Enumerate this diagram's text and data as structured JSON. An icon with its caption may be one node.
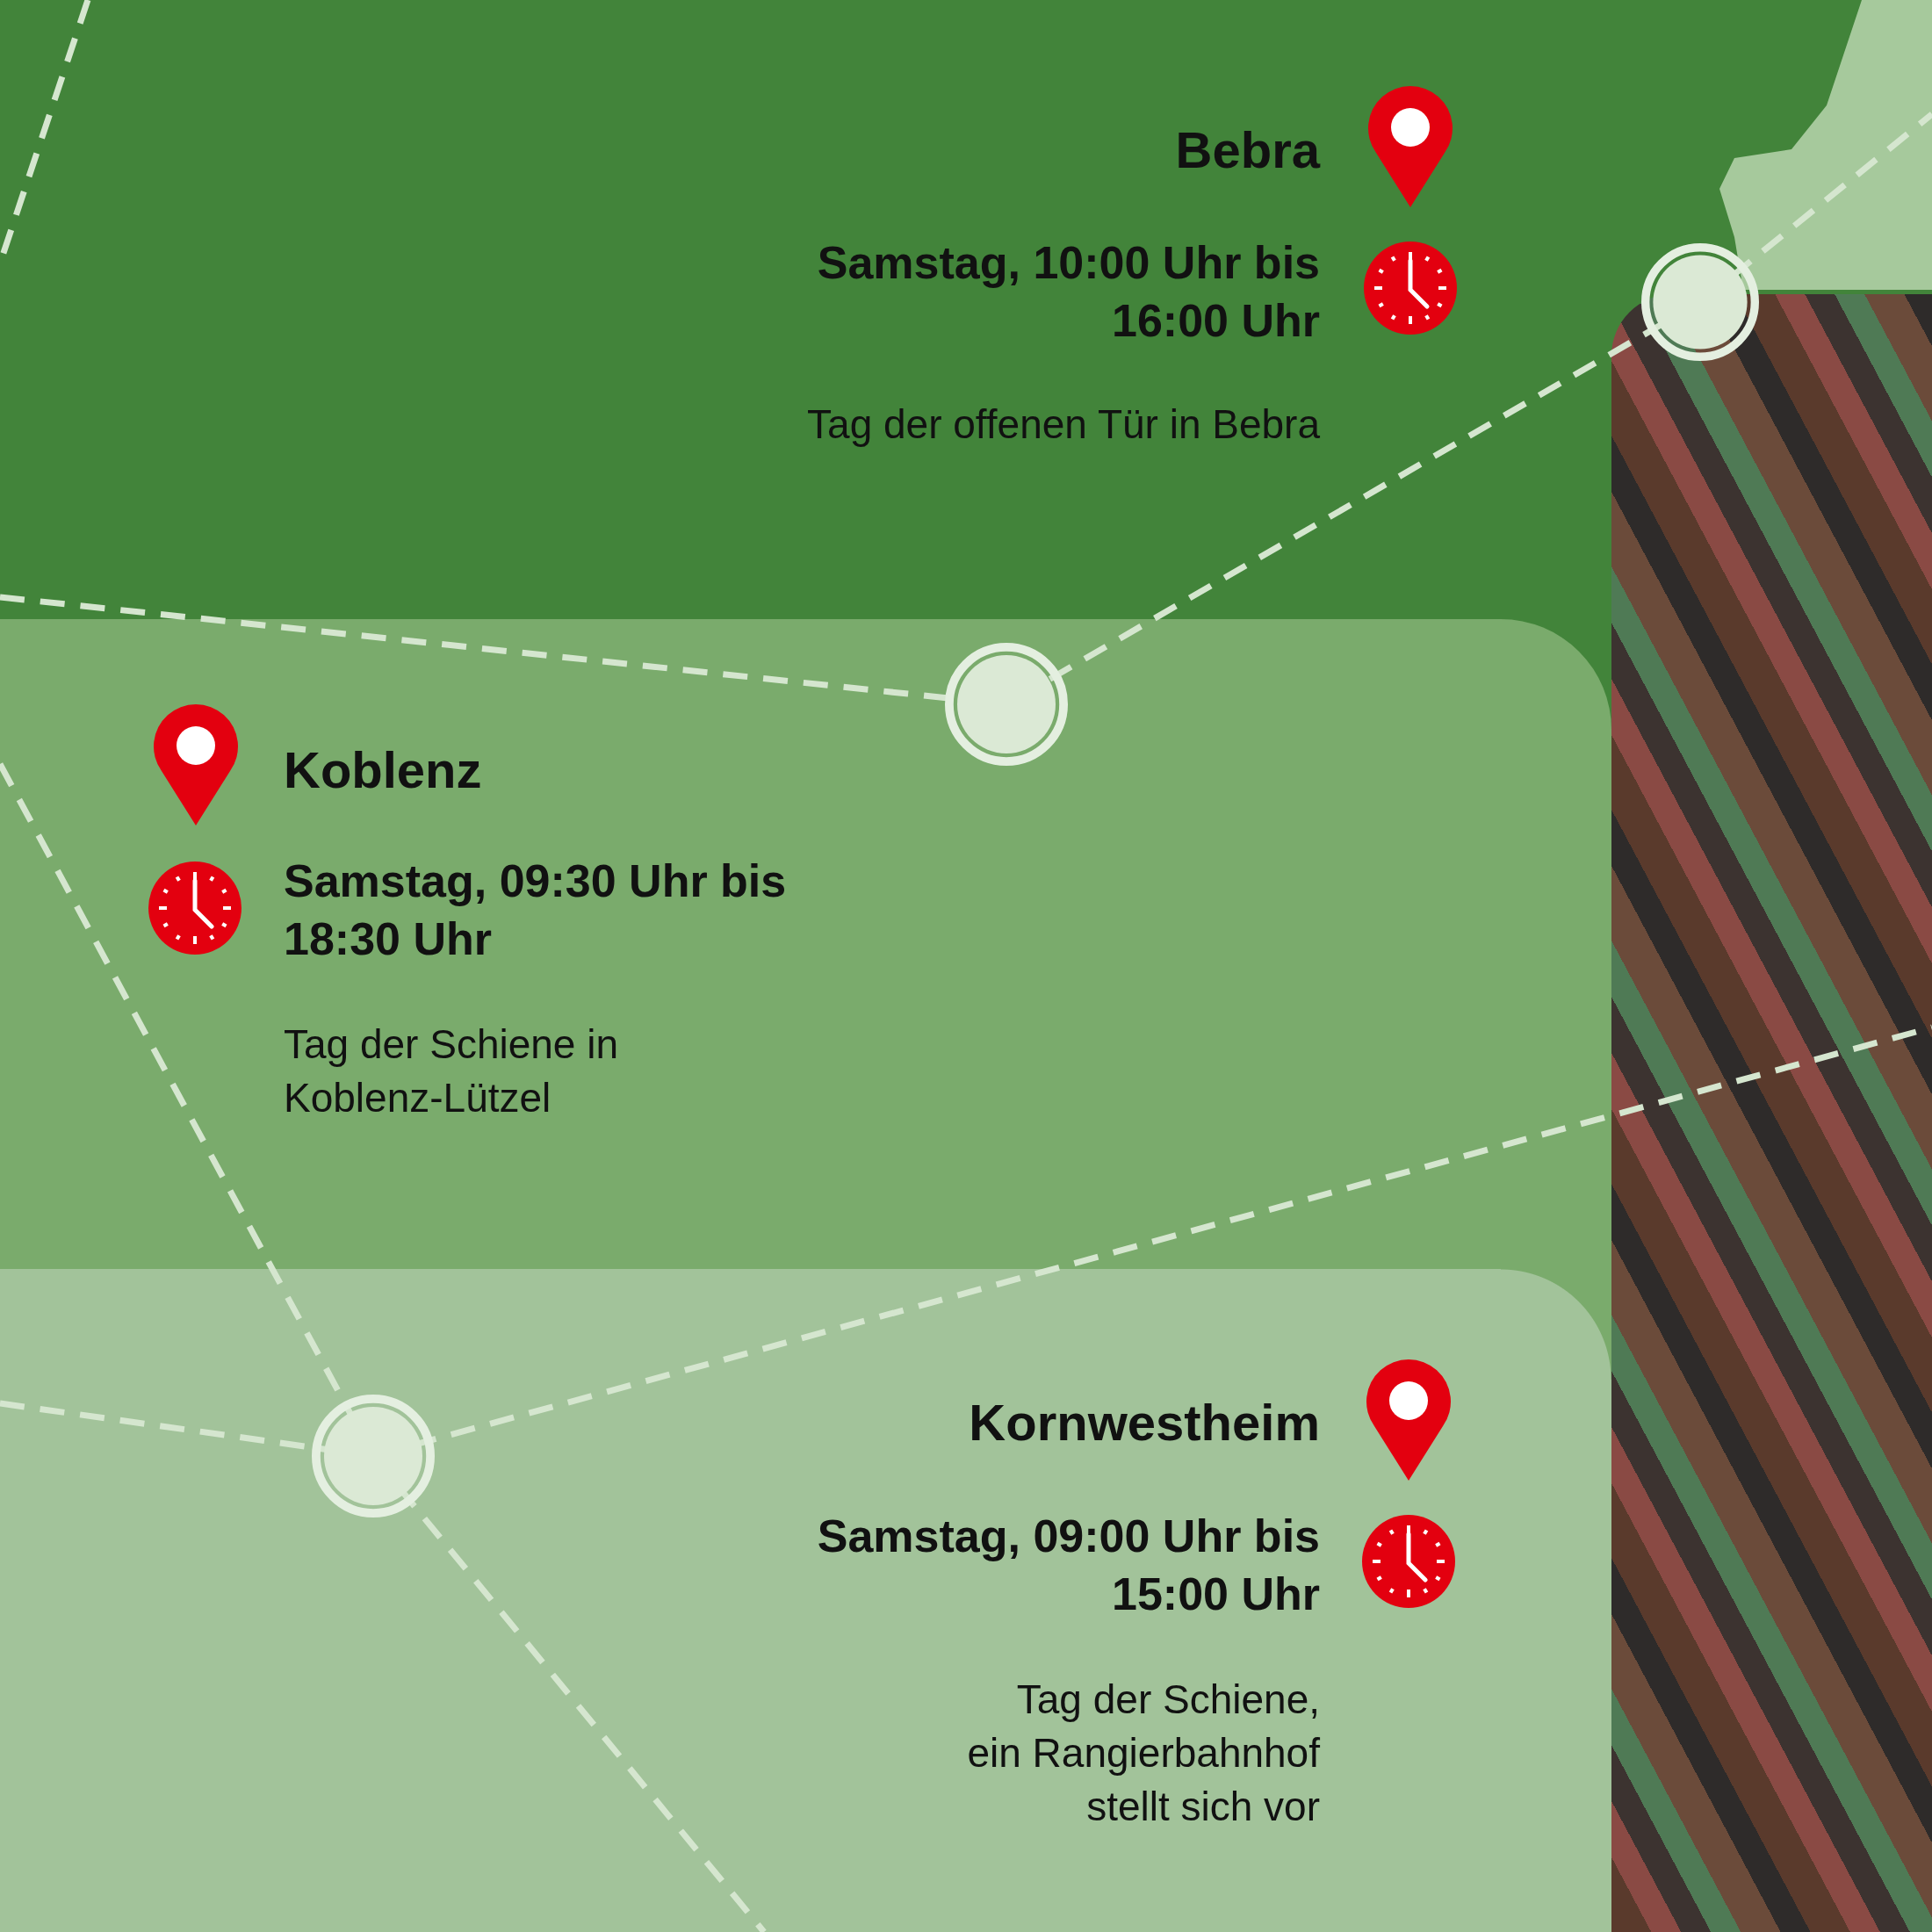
{
  "diagram": {
    "nodes": [
      {
        "text": [
          "Bebra",
          "Samstag, 10:00 Uhr bis 16:00 Uhr",
          "Tag der offenen Tür in Bebra"
        ]
      },
      {
        "text": [
          "Koblenz",
          "Samstag, 09:30 Uhr bis 18:30 Uhr",
          "Tag der Schiene in Koblenz-Lützel"
        ]
      },
      {
        "text": [
          "Kornwestheim",
          "Samstag, 09:00 Uhr bis 15:00 Uhr",
          "Tag der Schiene, ein Rangierbahnhof stellt sich vor"
        ]
      }
    ]
  }
}
